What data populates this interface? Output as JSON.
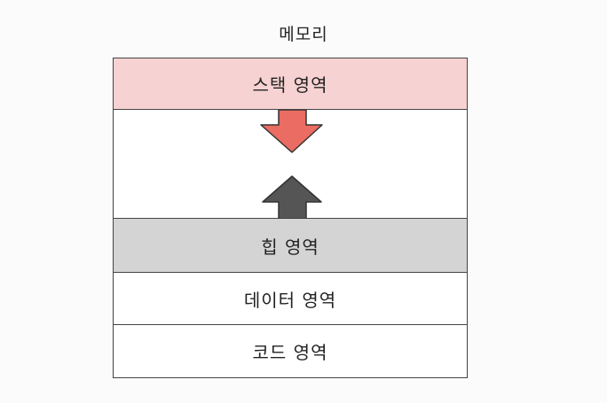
{
  "title": "메모리",
  "segments": {
    "stack": {
      "label": "스택 영역",
      "color": "#f7d2d2"
    },
    "free": {
      "label": "",
      "color": "#ffffff"
    },
    "heap": {
      "label": "힙 영역",
      "color": "#d4d4d4"
    },
    "data": {
      "label": "데이터 영역",
      "color": "#ffffff"
    },
    "code": {
      "label": "코드 영역",
      "color": "#ffffff"
    }
  },
  "arrows": {
    "stack_growth": {
      "direction": "down",
      "color": "#ea6c62"
    },
    "heap_growth": {
      "direction": "up",
      "color": "#555555"
    }
  }
}
